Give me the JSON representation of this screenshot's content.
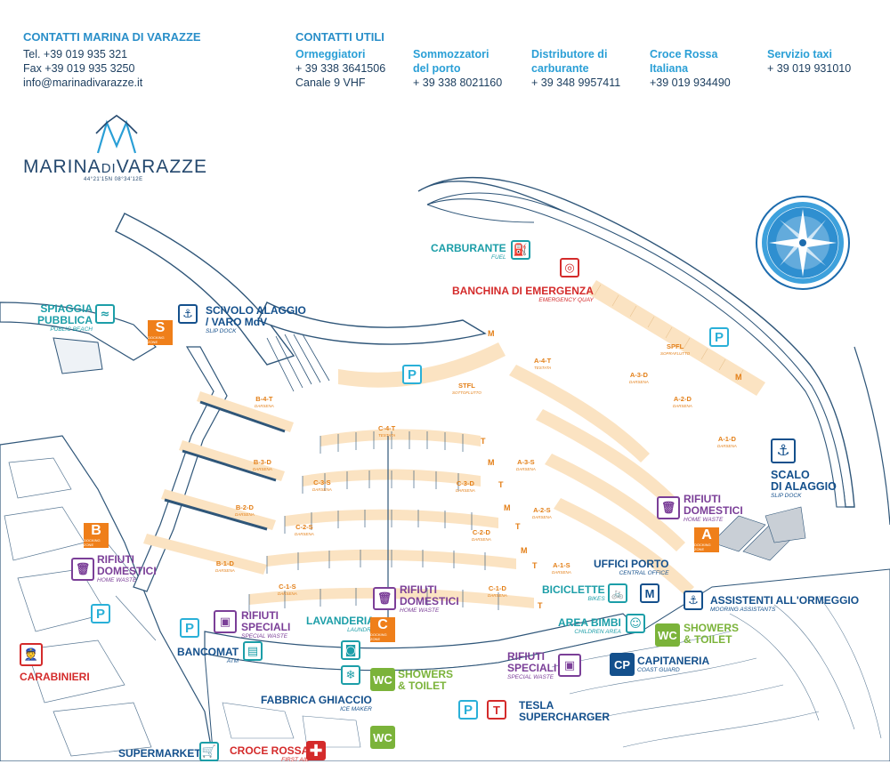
{
  "contacts": {
    "marina": {
      "title": "CONTATTI MARINA DI VARAZZE",
      "tel": "Tel. +39 019 935 321",
      "fax": "Fax +39 019 935 3250",
      "email": "info@marinadivarazze.it"
    },
    "utili_title": "CONTATTI UTILI",
    "ormeggiatori": {
      "title": "Ormeggiatori",
      "phone": "+ 39 338 3641506",
      "extra": "Canale 9 VHF"
    },
    "sommozzatori": {
      "title1": "Sommozzatori",
      "title2": "del porto",
      "phone": "+ 39 338 8021160"
    },
    "distributore": {
      "title1": "Distributore di",
      "title2": "carburante",
      "phone": "+ 39 348 9957411"
    },
    "croce_rossa": {
      "title1": "Croce Rossa",
      "title2": "Italiana",
      "phone": "+39 019 934490"
    },
    "taxi": {
      "title": "Servizio taxi",
      "phone": "+ 39 019 931010"
    }
  },
  "logo": {
    "name_a": "MARINA",
    "name_b": "DI",
    "name_c": "VARAZZE",
    "coords": "44°21'15N  08°34'12E"
  },
  "pois": {
    "carburante": {
      "label": "CARBURANTE",
      "sub": "FUEL"
    },
    "emergenza": {
      "label": "BANCHINA DI EMERGENZA",
      "sub": "EMERGENCY QUAY"
    },
    "spiaggia": {
      "label1": "SPIAGGIA",
      "label2": "PUBBLICA",
      "sub": "PUBLIC BEACH"
    },
    "scivolo": {
      "label1": "SCIVOLO ALAGGIO",
      "label2": "/ VARO MdV",
      "sub": "SLIP DOCK"
    },
    "scalo": {
      "label1": "SCALO",
      "label2": "DI ALAGGIO",
      "sub": "SLIP DOCK"
    },
    "rifiuti_east": {
      "label1": "RIFIUTI",
      "label2": "DOMESTICI",
      "sub": "HOME WASTE"
    },
    "rifiuti_west": {
      "label1": "RIFIUTI",
      "label2": "DOMESTICI",
      "sub": "HOME WASTE"
    },
    "rifiuti_center": {
      "label1": "RIFIUTI",
      "label2": "DOMESTICI",
      "sub": "HOME WASTE"
    },
    "rifiuti_spec_w": {
      "label1": "RIFIUTI",
      "label2": "SPECIALI",
      "sub": "SPECIAL WASTE"
    },
    "rifiuti_spec_e": {
      "label1": "RIFIUTI",
      "label2": "SPECIALI",
      "sub": "SPECIAL WASTE"
    },
    "uffici": {
      "label": "UFFICI PORTO",
      "sub": "CENTRAL OFFICE"
    },
    "biciclette": {
      "label": "BICICLETTE",
      "sub": "BIKES"
    },
    "assistenti": {
      "label": "ASSISTENTI ALL'ORMEGGIO",
      "sub": "MOORING ASSISTANTS"
    },
    "area_bimbi": {
      "label": "AREA BIMBI",
      "sub": "CHILDREN AREA"
    },
    "showers_e": {
      "label1": "SHOWERS",
      "label2": "& TOILET"
    },
    "showers_c": {
      "label1": "SHOWERS",
      "label2": "& TOILET"
    },
    "capitaneria": {
      "label": "CAPITANERIA",
      "sub": "COAST GUARD"
    },
    "lavanderia": {
      "label": "LAVANDERIA",
      "sub": "LAUNDRY"
    },
    "bancomat": {
      "label": "BANCOMAT",
      "sub": "ATM"
    },
    "fabbrica": {
      "label": "FABBRICA GHIACCIO",
      "sub": "ICE MAKER"
    },
    "tesla": {
      "label1": "TESLA",
      "label2": "SUPERCHARGER"
    },
    "carabinieri": {
      "label": "CARABINIERI"
    },
    "supermarket": {
      "label": "SUPERMARKET"
    },
    "croce": {
      "label": "CROCE ROSSA",
      "sub": "FIRST AID"
    }
  },
  "zones": {
    "S": "S",
    "B": "B",
    "C": "C",
    "A": "A",
    "zone_sub": "DOCKING ZONE"
  },
  "icon_text": {
    "P": "P",
    "WC": "WC",
    "CP": "CP"
  },
  "docks": {
    "b4t": {
      "code": "B-4-T",
      "sub": "DARSENA"
    },
    "b3d": {
      "code": "B-3-D",
      "sub": "DARSENA"
    },
    "b2d": {
      "code": "B-2-D",
      "sub": "DARSENA"
    },
    "b1d": {
      "code": "B-1-D",
      "sub": "DARSENA"
    },
    "c4t": {
      "code": "C-4-T",
      "sub": "TESTATA"
    },
    "c3s": {
      "code": "C-3-S",
      "sub": "DARSENA"
    },
    "c2s": {
      "code": "C-2-S",
      "sub": "DARSENA"
    },
    "c1s": {
      "code": "C-1-S",
      "sub": "DARSENA"
    },
    "c3d": {
      "code": "C-3-D",
      "sub": "DARSENA"
    },
    "c2d": {
      "code": "C-2-D",
      "sub": "DARSENA"
    },
    "c1d": {
      "code": "C-1-D",
      "sub": "DARSENA"
    },
    "a4t": {
      "code": "A-4-T",
      "sub": "TESTATA"
    },
    "a3d": {
      "code": "A-3-D",
      "sub": "DARSENA"
    },
    "a3s": {
      "code": "A-3-S",
      "sub": "DARSENA"
    },
    "a2d": {
      "code": "A-2-D",
      "sub": "DARSENA"
    },
    "a2s": {
      "code": "A-2-S",
      "sub": "DARSENA"
    },
    "a1d": {
      "code": "A-1-D",
      "sub": "DARSENA"
    },
    "a1s": {
      "code": "A-1-S",
      "sub": "DARSENA"
    },
    "spfl": {
      "code": "SPFL",
      "sub": "SOPRAFLUTTO"
    },
    "stfl": {
      "code": "STFL",
      "sub": "SOTTOFLUTTO"
    }
  },
  "markers": {
    "T": "T",
    "M": "M"
  },
  "colors": {
    "water": "#ffffff",
    "line": "#2f5679",
    "berth": "#fbe3c2",
    "orange": "#ef7f1a",
    "teal": "#1c9ea8",
    "purple": "#7b3f98",
    "green": "#7bb33a",
    "red": "#d42b2b",
    "blue": "#14508c",
    "parking": "#2ab0d8"
  }
}
